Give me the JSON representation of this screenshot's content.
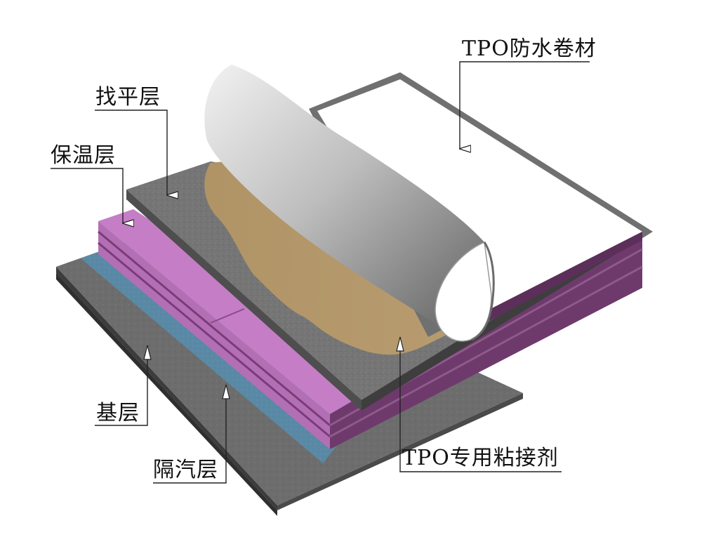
{
  "labels": {
    "tpo_membrane": "TPO防水卷材",
    "leveling_layer": "找平层",
    "insulation_layer": "保温层",
    "base_layer": "基层",
    "vapor_barrier": "隔汽层",
    "tpo_adhesive": "TPO专用粘接剂"
  },
  "colors": {
    "base_concrete": "#6e6e6e",
    "vapor_barrier": "#5b8aa6",
    "insulation_top": "#c77fc8",
    "insulation_side": "#7a3c78",
    "leveling_concrete": "#7b7b7b",
    "adhesive": "#b59a6c",
    "membrane": "#ffffff",
    "frame": "#707070"
  }
}
